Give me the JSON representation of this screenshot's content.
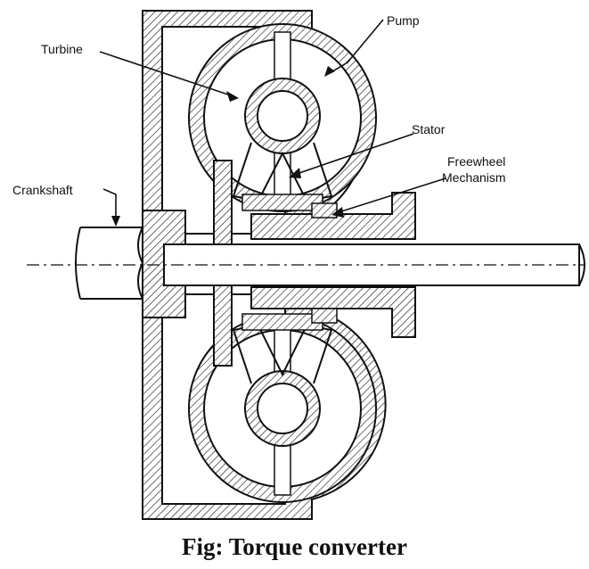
{
  "labels": {
    "pump": "Pump",
    "turbine": "Turbine",
    "stator": "Stator",
    "freewheel_line1": "Freewheel",
    "freewheel_line2": "Mechanism",
    "crankshaft": "Crankshaft"
  },
  "caption": "Fig: Torque converter",
  "colors": {
    "line": "#111111",
    "background": "#ffffff"
  }
}
